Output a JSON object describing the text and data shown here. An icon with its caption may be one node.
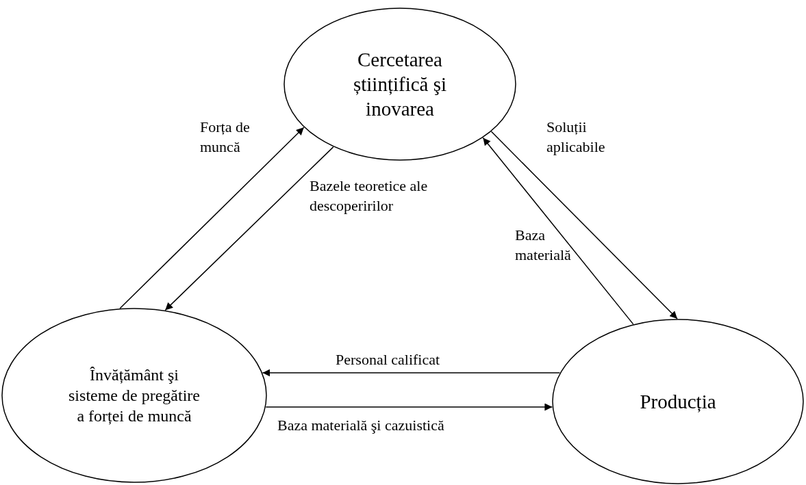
{
  "diagram": {
    "nodes": [
      {
        "text": [
          "Cercetarea științifică şi inovarea"
        ]
      },
      {
        "text": [
          "Învățământ şi sisteme de pregătire a forței de muncă"
        ]
      },
      {
        "text": [
          "Producția"
        ]
      }
    ],
    "edges": [
      {
        "from": 1,
        "to": 0,
        "arrow": "to",
        "label": "Forța de muncă"
      },
      {
        "from": 0,
        "to": 1,
        "arrow": "to",
        "label": "Bazele teoretice ale descoperirilor"
      },
      {
        "from": 0,
        "to": 2,
        "arrow": "to",
        "label": "Soluții aplicabile"
      },
      {
        "from": 2,
        "to": 0,
        "arrow": "to",
        "label": "Baza materială"
      },
      {
        "from": 2,
        "to": 1,
        "arrow": "to",
        "label": "Personal calificat"
      },
      {
        "from": 1,
        "to": 2,
        "arrow": "to",
        "label": "Baza materială şi cazuistică"
      }
    ]
  }
}
